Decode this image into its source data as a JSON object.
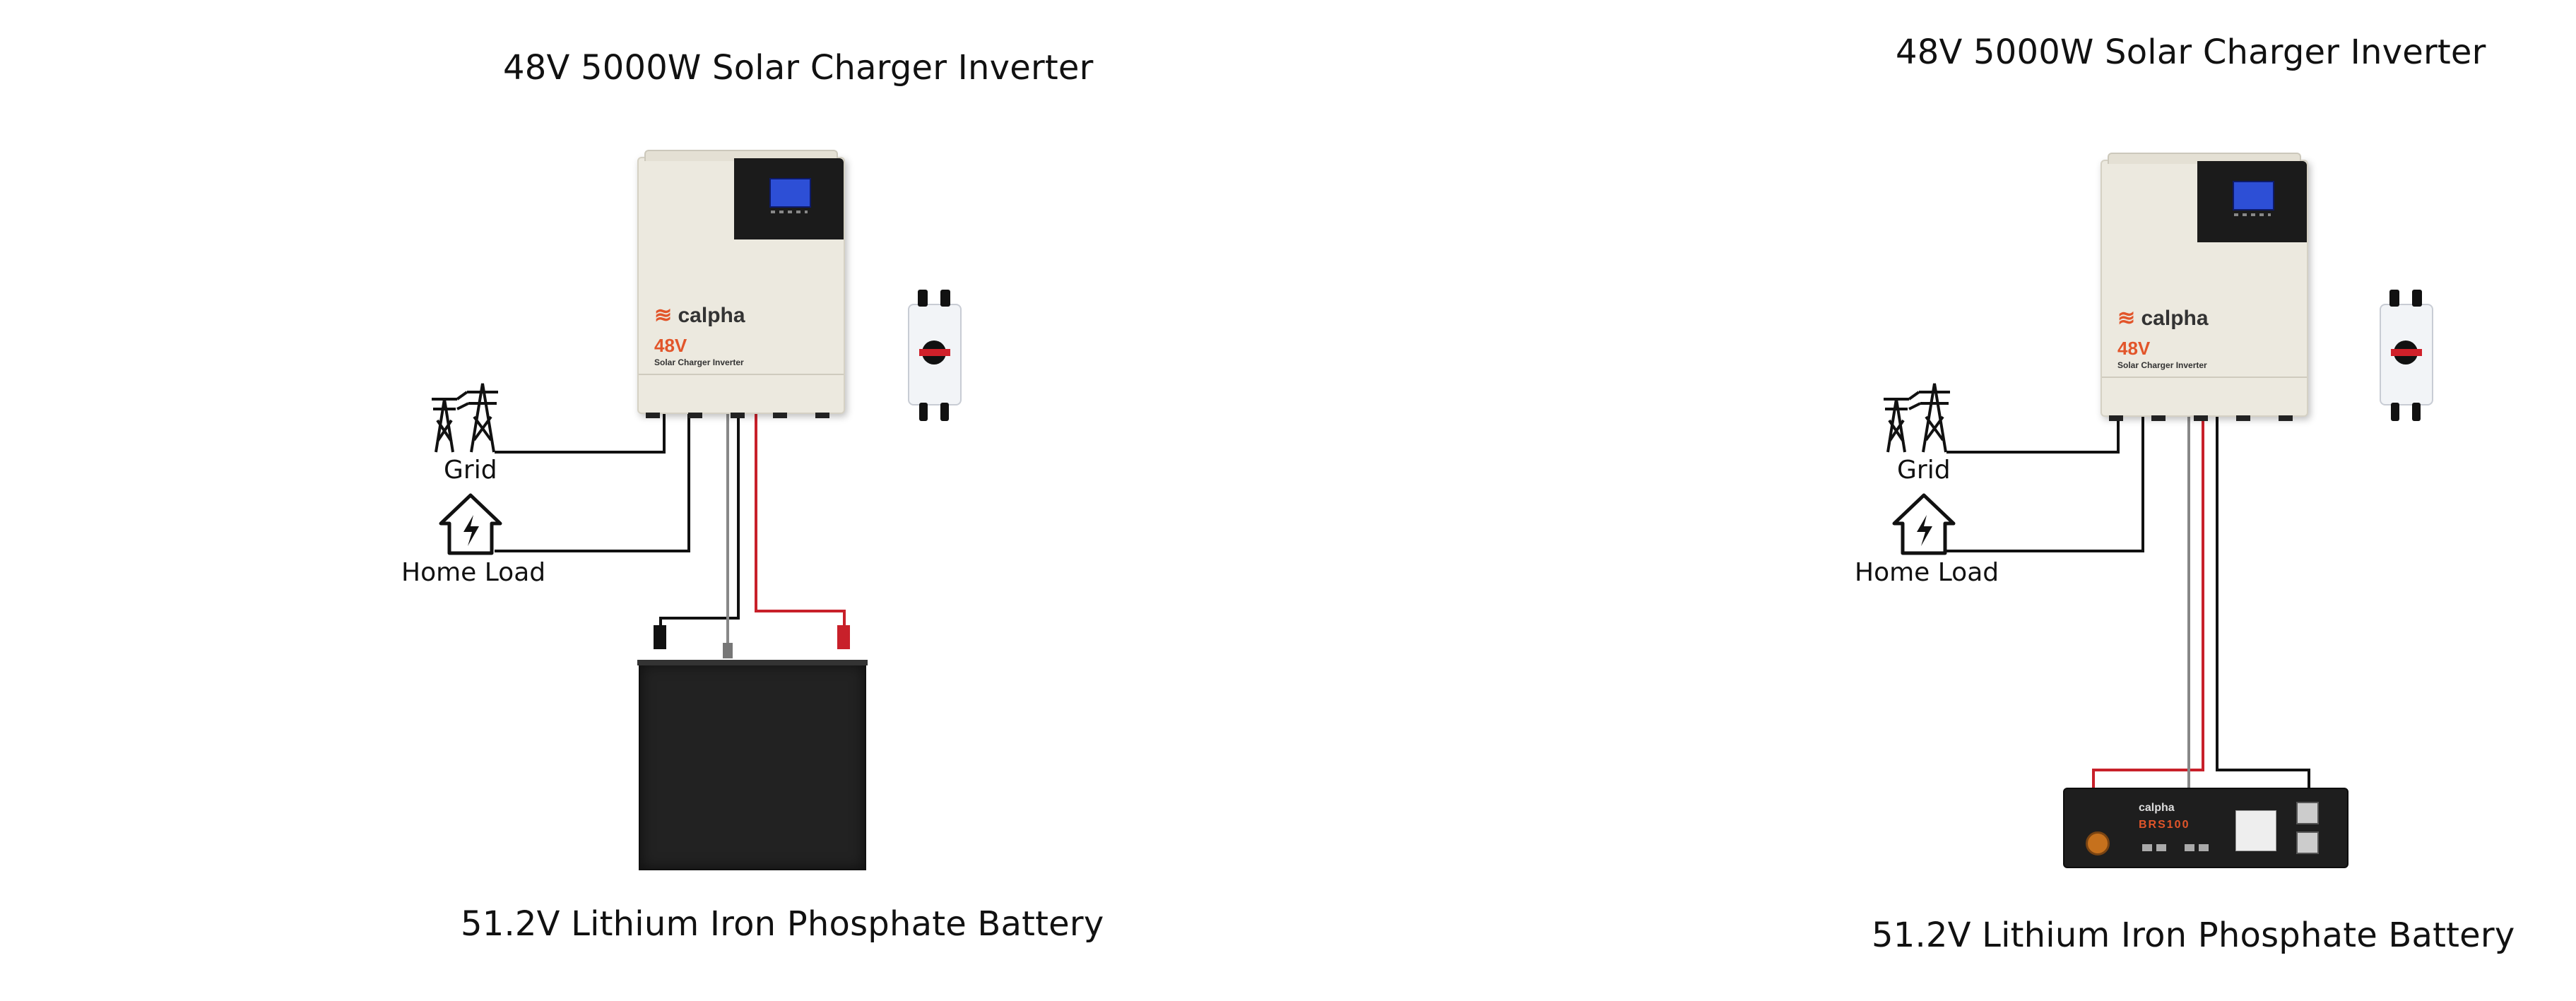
{
  "panels": [
    {
      "title": "48V 5000W Solar Charger Inverter",
      "battery_label": "51.2V Lithium Iron Phosphate Battery",
      "grid_label": "Grid",
      "home_label": "Home Load",
      "inverter": {
        "brand": "calpha",
        "model": "48V",
        "subtitle": "Solar Charger Inverter"
      }
    },
    {
      "title": "48V 5000W Solar Charger Inverter",
      "battery_label": "51.2V Lithium Iron Phosphate Battery",
      "grid_label": "Grid",
      "home_label": "Home Load",
      "inverter": {
        "brand": "calpha",
        "model": "48V",
        "subtitle": "Solar Charger Inverter"
      },
      "battery": {
        "brand": "calpha",
        "model": "BRS100"
      }
    }
  ],
  "colors": {
    "wire_black": "#111111",
    "wire_red": "#c8202a",
    "wire_grey": "#888888",
    "accent": "#e2552a"
  },
  "icons": [
    "transmission-tower-icon",
    "home-lightning-icon",
    "dc-breaker-icon"
  ]
}
